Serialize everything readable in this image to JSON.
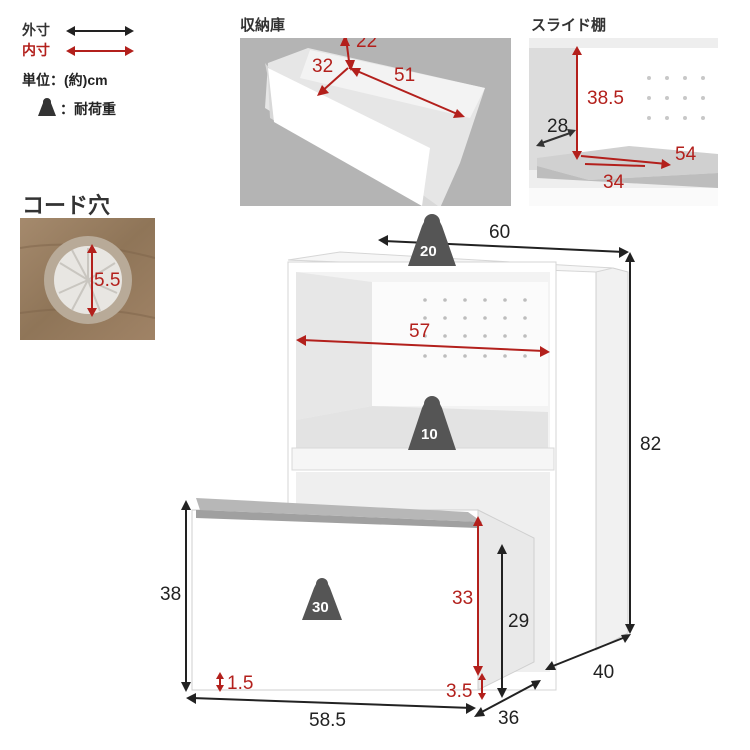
{
  "legend": {
    "outer": "外寸",
    "inner": "内寸",
    "unit": "単位：(約)cm",
    "load": "：耐荷重"
  },
  "colors": {
    "red": "#b3201c",
    "dark": "#222222",
    "weight": "#555555"
  },
  "cord_hole": {
    "title": "コード穴",
    "diameter": "5.5"
  },
  "storage_inset": {
    "title": "収納庫",
    "depth": "22",
    "height": "32",
    "width": "51"
  },
  "slide_inset": {
    "title": "スライド棚",
    "height": "38.5",
    "outer_depth": "28",
    "depth": "54",
    "inner_depth": "34"
  },
  "main": {
    "width_top": "60",
    "top_load": "20",
    "inner_width": "57",
    "shelf_load": "10",
    "height_total": "82",
    "drawer_height": "38",
    "drawer_load": "30",
    "drawer_inner_height": "33",
    "rear_height": "29",
    "side_depth": "40",
    "bottom_gap": "1.5",
    "bottom_inner": "3.5",
    "drawer_width": "58.5",
    "drawer_depth": "36"
  }
}
